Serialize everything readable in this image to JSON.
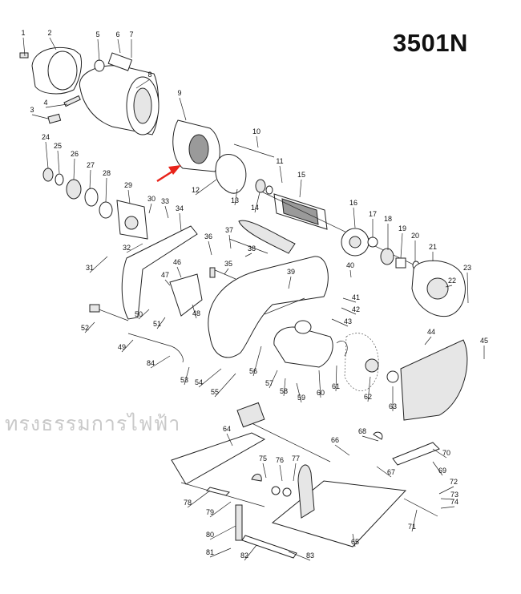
{
  "model": "3501N",
  "watermark": "ทรงธรรมการไฟฟ้า",
  "callouts": [
    "1",
    "2",
    "3",
    "4",
    "5",
    "6",
    "7",
    "8",
    "9",
    "10",
    "11",
    "12",
    "13",
    "14",
    "15",
    "16",
    "17",
    "18",
    "19",
    "20",
    "21",
    "22",
    "23",
    "24",
    "25",
    "26",
    "27",
    "28",
    "29",
    "30",
    "31",
    "32",
    "33",
    "34",
    "35",
    "36",
    "37",
    "38",
    "39",
    "40",
    "41",
    "42",
    "43",
    "44",
    "45",
    "46",
    "47",
    "48",
    "49",
    "50",
    "51",
    "52",
    "53",
    "54",
    "55",
    "56",
    "57",
    "58",
    "59",
    "60",
    "61",
    "62",
    "63",
    "64",
    "65",
    "66",
    "67",
    "68",
    "69",
    "70",
    "71",
    "72",
    "73",
    "74",
    "75",
    "76",
    "77",
    "78",
    "79",
    "80",
    "81",
    "82",
    "83",
    "84"
  ],
  "colors": {
    "arrow": "#e8231a",
    "watermark": "#c9c9c9"
  }
}
